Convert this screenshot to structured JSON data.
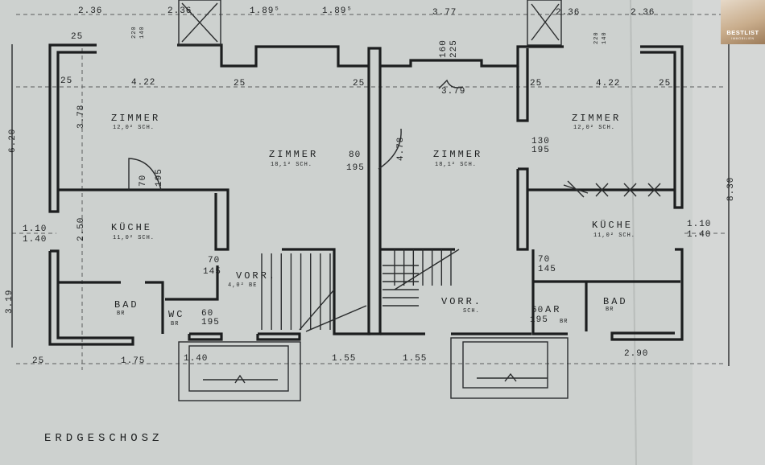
{
  "plan": {
    "title": "ERDGESCHOSZ",
    "rooms": [
      {
        "name": "ZIMMER",
        "area": "12,0² SCH."
      },
      {
        "name": "ZIMMER",
        "area": "18,1² SCH."
      },
      {
        "name": "ZIMMER",
        "area": "18,1² SCH."
      },
      {
        "name": "ZIMMER",
        "area": "12,0² SCH."
      },
      {
        "name": "KÜCHE",
        "area": "11,0² SCH."
      },
      {
        "name": "KÜCHE",
        "area": "11,0² SCH."
      },
      {
        "name": "BAD",
        "area": "BR"
      },
      {
        "name": "WC",
        "area": "BR"
      },
      {
        "name": "VORR.",
        "area": "4,0² BE"
      },
      {
        "name": "VORR.",
        "area": "SCH."
      },
      {
        "name": "AR",
        "area": "BR"
      },
      {
        "name": "BAD",
        "area": "BR"
      }
    ],
    "dimensions": [
      "2.36",
      "2.36",
      "1.89⁵",
      "1.89⁵",
      "3.77",
      "2.36",
      "2.36",
      "4.22",
      "4.22",
      "3.79",
      "6.20",
      "8.30",
      "3.78",
      "2.50",
      "3.19",
      "1.10",
      "1.40",
      "1.10",
      "1.40",
      "80",
      "195",
      "130",
      "195",
      "70",
      "195",
      "1.55",
      "1.55",
      "1.75",
      "2.90",
      "25",
      "25",
      "25",
      "25",
      "25",
      "25",
      "25",
      "70",
      "145",
      "60",
      "195",
      "70",
      "145",
      "60",
      "195",
      "1.40",
      "4.78",
      "220",
      "140",
      "220",
      "140",
      "160",
      "225"
    ]
  },
  "logo": {
    "line1": "BESTLIST",
    "line2": "IMMOBILIEN"
  }
}
